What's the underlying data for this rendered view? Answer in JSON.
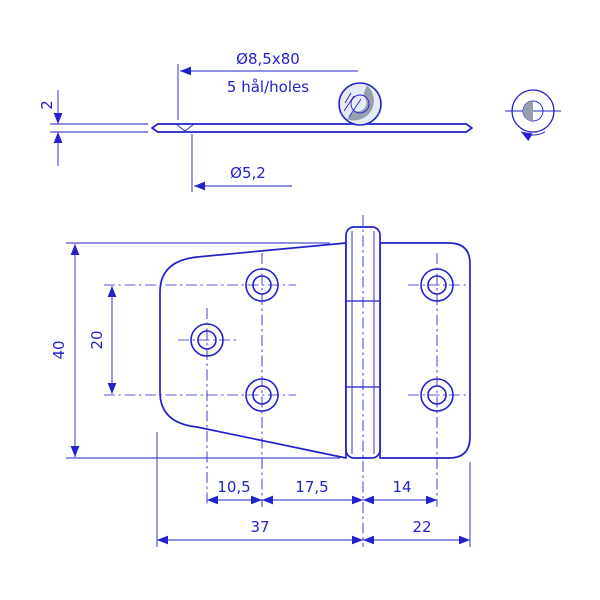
{
  "colors": {
    "line": "#2222cc",
    "metal_gray": "#96a0b0",
    "knuckle_fill": "#e6ecf6",
    "background": "#ffffff"
  },
  "side_view": {
    "countersink_note": "Ø8,5x80",
    "holes_note": "5 hål/holes",
    "thickness": "2",
    "hole_diameter": "Ø5,2"
  },
  "plan_view": {
    "overall_height": "40",
    "hole_spacing": "20",
    "hole_offset": "10,5",
    "hole_to_pin": "17,5",
    "pin_to_hole": "14",
    "left_leaf_width": "37",
    "right_leaf_width": "22"
  }
}
